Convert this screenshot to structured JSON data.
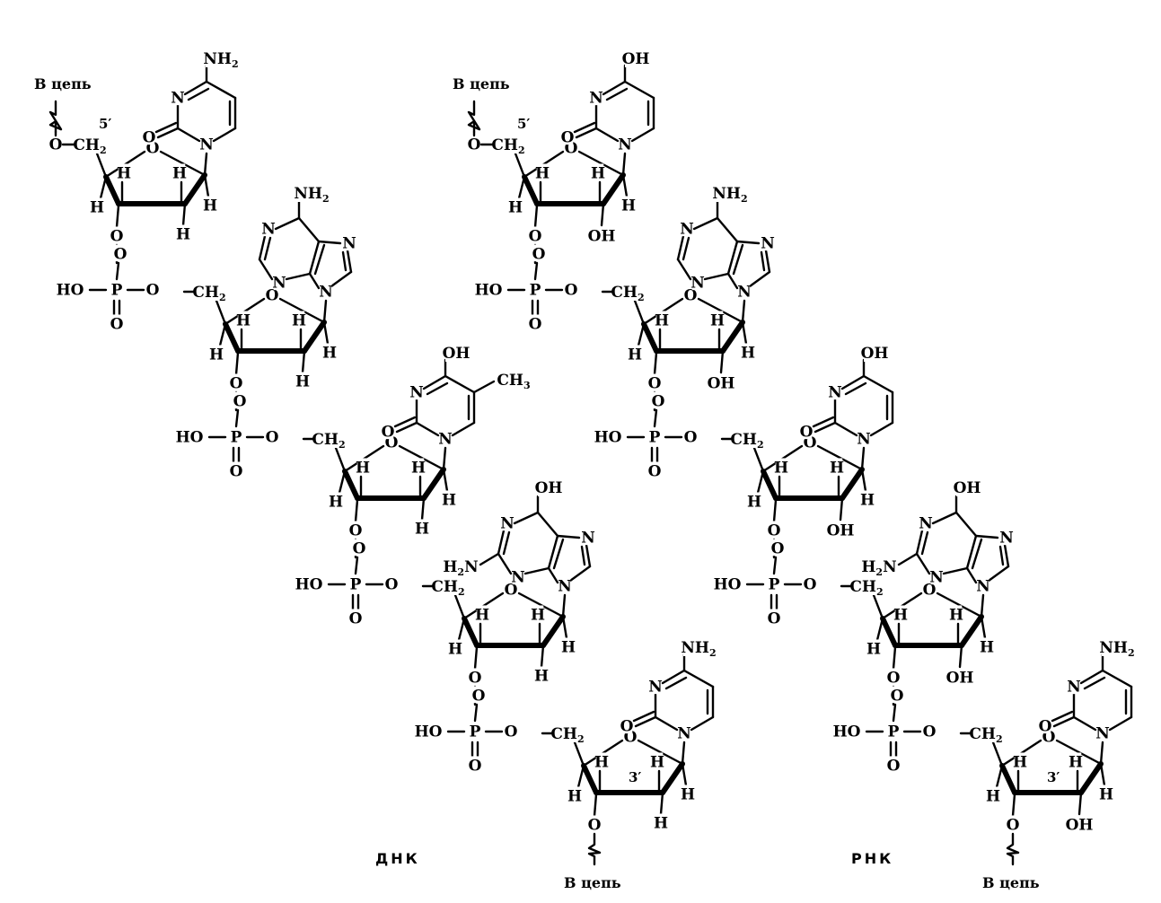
{
  "chain_label": "В цепь",
  "dna": {
    "caption": "ДНК",
    "units": [
      {
        "base": "cytosine",
        "sugar": "deoxyribose",
        "base_labels": {
          "amino": "NH2"
        },
        "ring_H": [
          "H",
          "H",
          "H",
          "H",
          "H"
        ]
      },
      {
        "base": "adenine",
        "sugar": "deoxyribose",
        "base_labels": {
          "amino": "NH2"
        },
        "ring_H": [
          "H",
          "H",
          "H",
          "H",
          "H"
        ]
      },
      {
        "base": "thymine",
        "sugar": "deoxyribose",
        "base_labels": {
          "hydroxy": "OH",
          "methyl": "CH3"
        },
        "ring_H": [
          "H",
          "H",
          "H",
          "H",
          "H"
        ]
      },
      {
        "base": "guanine",
        "sugar": "deoxyribose",
        "base_labels": {
          "hydroxy": "OH",
          "amino": "H2N"
        },
        "ring_H": [
          "H",
          "H",
          "H",
          "H",
          "H"
        ]
      },
      {
        "base": "cytosine",
        "sugar": "deoxyribose",
        "base_labels": {
          "amino": "NH2"
        },
        "ring_H": [
          "H",
          "H",
          "H",
          "H",
          "H"
        ]
      }
    ]
  },
  "rna": {
    "caption": "РНК",
    "units": [
      {
        "base": "uracil",
        "sugar": "ribose",
        "base_labels": {
          "hydroxy": "OH"
        }
      },
      {
        "base": "adenine",
        "sugar": "ribose",
        "base_labels": {
          "amino": "NH2"
        }
      },
      {
        "base": "uracil",
        "sugar": "ribose",
        "base_labels": {
          "hydroxy": "OH"
        }
      },
      {
        "base": "guanine",
        "sugar": "ribose",
        "base_labels": {
          "hydroxy": "OH",
          "amino": "H2N"
        }
      },
      {
        "base": "cytosine",
        "sugar": "ribose",
        "base_labels": {
          "amino": "NH2"
        }
      }
    ]
  },
  "atoms": {
    "O": "O",
    "N": "N",
    "P": "P",
    "H": "H",
    "OH": "OH",
    "HO": "HO",
    "CH2": "CH2",
    "prime5": "5′",
    "prime3": "3′"
  }
}
